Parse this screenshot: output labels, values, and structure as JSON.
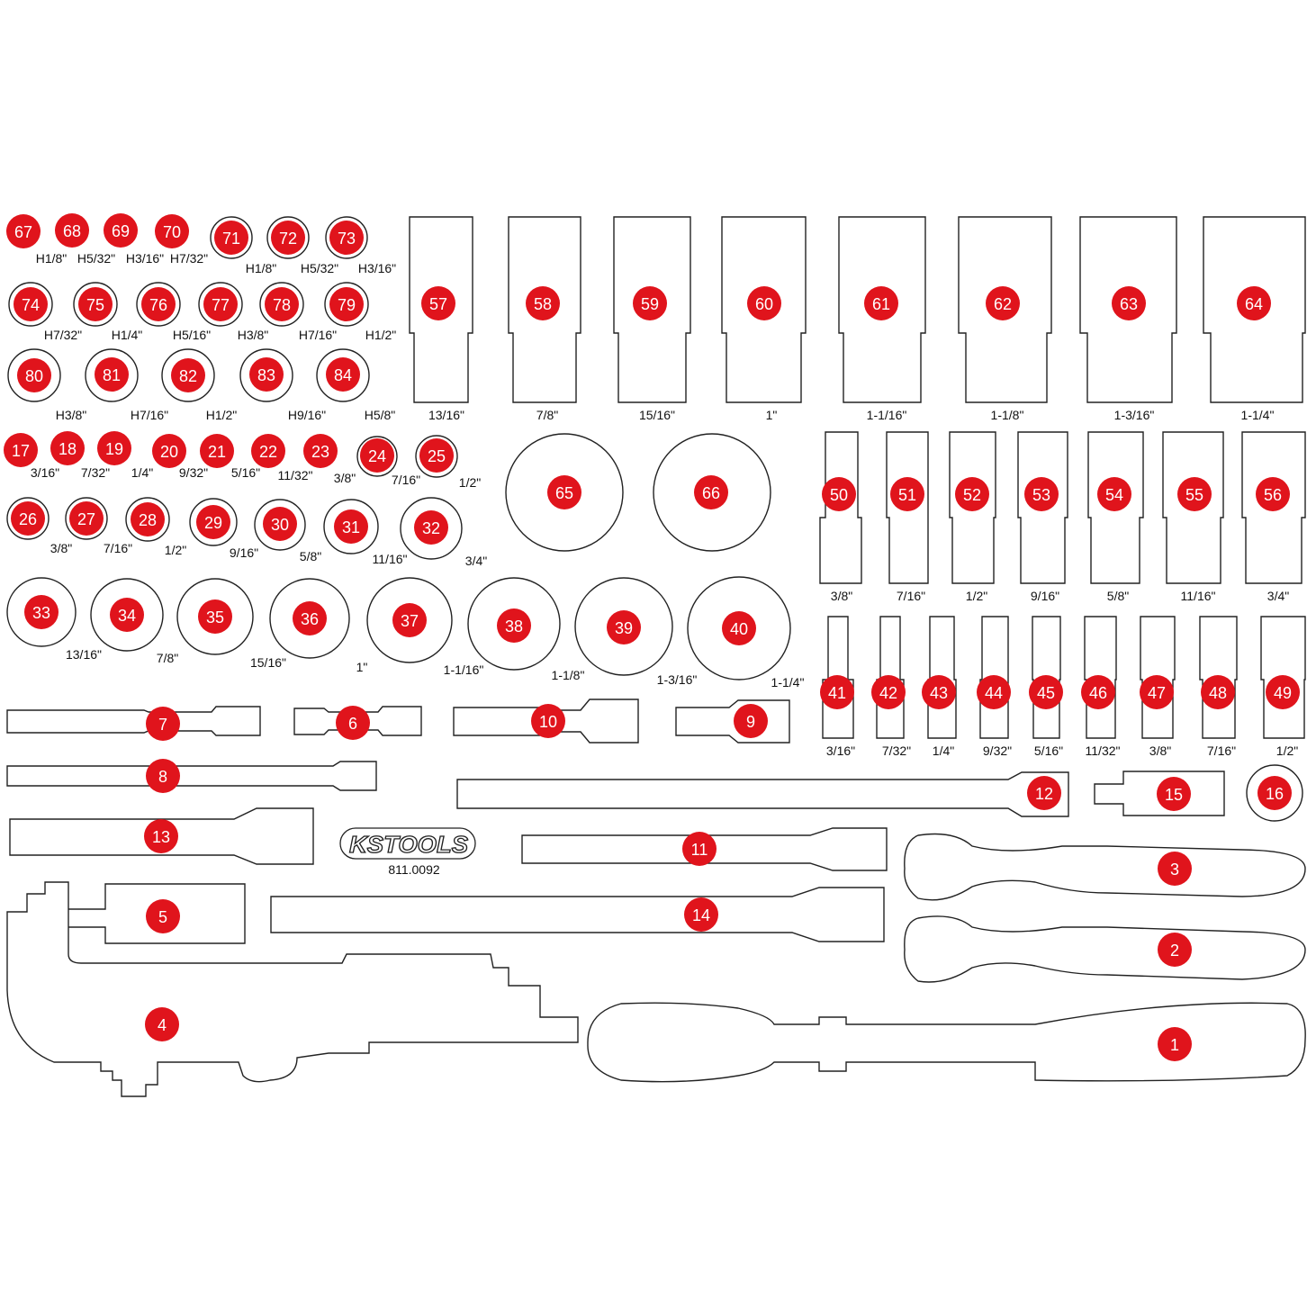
{
  "brand": {
    "logo": "KSTOOLS",
    "model": "811.0092"
  },
  "colors": {
    "badge": "#e0141c",
    "outline": "#222222",
    "background": "#ffffff"
  },
  "badges": [
    "1",
    "2",
    "3",
    "4",
    "5",
    "6",
    "7",
    "8",
    "9",
    "10",
    "11",
    "12",
    "13",
    "14",
    "15",
    "16",
    "17",
    "18",
    "19",
    "20",
    "21",
    "22",
    "23",
    "24",
    "25",
    "26",
    "27",
    "28",
    "29",
    "30",
    "31",
    "32",
    "33",
    "34",
    "35",
    "36",
    "37",
    "38",
    "39",
    "40",
    "41",
    "42",
    "43",
    "44",
    "45",
    "46",
    "47",
    "48",
    "49",
    "50",
    "51",
    "52",
    "53",
    "54",
    "55",
    "56",
    "57",
    "58",
    "59",
    "60",
    "61",
    "62",
    "63",
    "64",
    "65",
    "66",
    "67",
    "68",
    "69",
    "70",
    "71",
    "72",
    "73",
    "74",
    "75",
    "76",
    "77",
    "78",
    "79",
    "80",
    "81",
    "82",
    "83",
    "84"
  ],
  "labels": [
    "H1/8\"",
    "H5/32\"",
    "H3/16\"",
    "H7/32\"",
    "H1/8\"",
    "H5/32\"",
    "H3/16\"",
    "H7/32\"",
    "H1/4\"",
    "H5/16\"",
    "H3/8\"",
    "H7/16\"",
    "H1/2\"",
    "H3/8\"",
    "H7/16\"",
    "H1/2\"",
    "H9/16\"",
    "H5/8\"",
    "13/16\"",
    "7/8\"",
    "15/16\"",
    "1\"",
    "1-1/16\"",
    "1-1/8\"",
    "1-3/16\"",
    "1-1/4\"",
    "3/16\"",
    "7/32\"",
    "1/4\"",
    "9/32\"",
    "5/16\"",
    "11/32\"",
    "3/8\"",
    "7/16\"",
    "1/2\"",
    "3/8\"",
    "7/16\"",
    "1/2\"",
    "9/16\"",
    "5/8\"",
    "11/16\"",
    "3/4\"",
    "3/8\"",
    "7/16\"",
    "1/2\"",
    "9/16\"",
    "5/8\"",
    "11/16\"",
    "3/4\"",
    "13/16\"",
    "7/8\"",
    "15/16\"",
    "1\"",
    "1-1/16\"",
    "1-1/8\"",
    "1-3/16\"",
    "1-1/4\"",
    "3/16\"",
    "7/32\"",
    "1/4\"",
    "9/32\"",
    "5/16\"",
    "11/32\"",
    "3/8\"",
    "7/16\"",
    "1/2\""
  ]
}
